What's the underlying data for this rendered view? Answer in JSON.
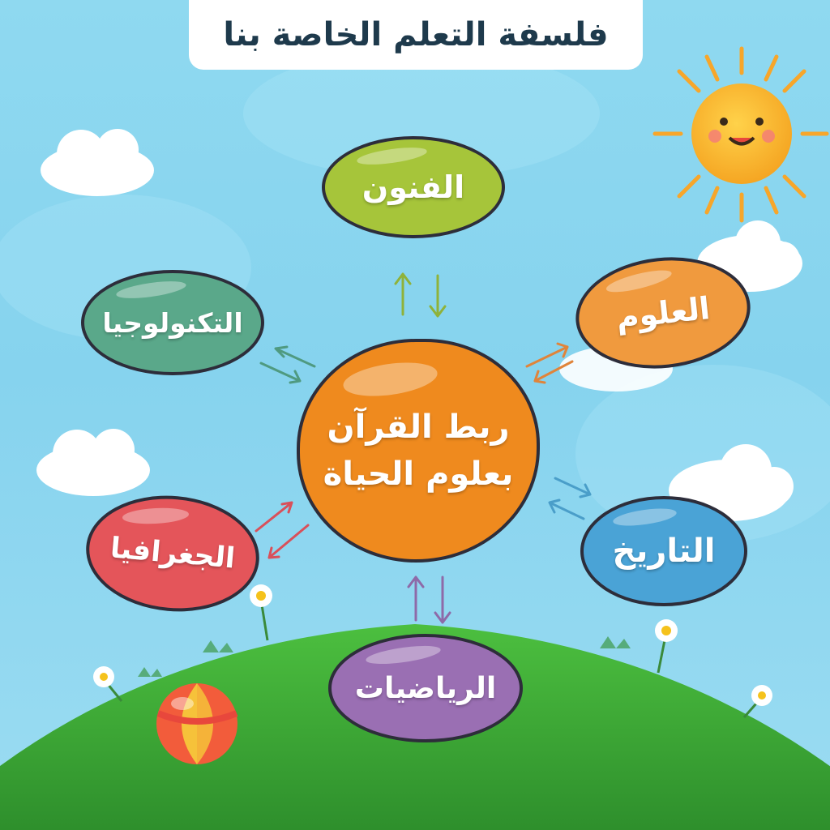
{
  "title": "فلسفة التعلم الخاصة بنا",
  "center": {
    "line1": "ربط القرآن",
    "line2": "بعلوم الحياة",
    "color": "#ef8a1e"
  },
  "nodes": {
    "arts": {
      "label": "الفنون",
      "color": "#a6c53a"
    },
    "sciences": {
      "label": "العلوم",
      "color": "#f09a3e"
    },
    "history": {
      "label": "التاريخ",
      "color": "#4aa3d6"
    },
    "math": {
      "label": "الرياضيات",
      "color": "#9a6fb3"
    },
    "geography": {
      "label": "الجغرافيا",
      "color": "#e4555a"
    },
    "technology": {
      "label": "التكنولوجيا",
      "color": "#5aa88a"
    }
  },
  "colors": {
    "sky": "#8fd9f0",
    "hill": "#3fae3a",
    "sun": "#f7a62a"
  }
}
